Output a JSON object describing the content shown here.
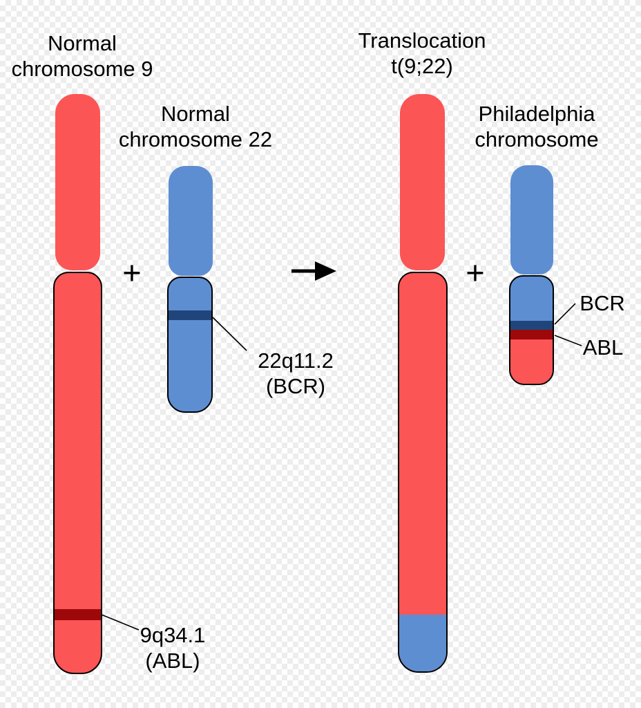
{
  "labels": {
    "normal_chr9": "Normal\nchromosome 9",
    "normal_chr22": "Normal\nchromosome 22",
    "translocation": "Translocation\nt(9;22)",
    "philadelphia": "Philadelphia\nchromosome",
    "chr9_band": "9q34.1\n(ABL)",
    "chr22_band": "22q11.2\n(BCR)",
    "ph_bcr": "BCR",
    "ph_abl": "ABL",
    "plus": "+"
  },
  "icons": {
    "arrow": "right-arrow-icon"
  },
  "colors": {
    "chr9-red": "#fb5555",
    "chr22-blue": "#5e8ed2",
    "band-dark-red": "#9d080b",
    "band-navy": "#20457a",
    "outline": "#000000",
    "checker-light": "#ffffff",
    "checker-gray": "#ededed",
    "text": "#000000"
  }
}
